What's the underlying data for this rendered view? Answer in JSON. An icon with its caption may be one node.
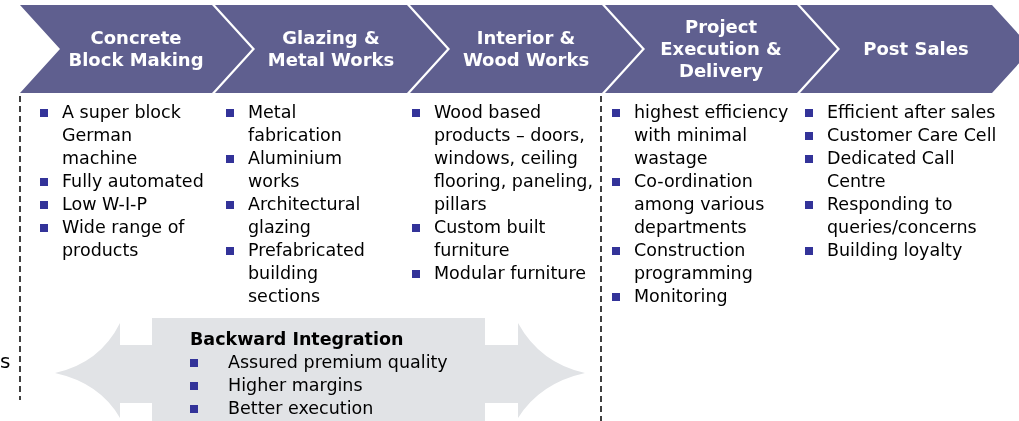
{
  "diagram": {
    "nodes": [
      {
        "text": [
          "Concrete Block Making"
        ],
        "beside": [
          "A super block German machine",
          "Fully automated",
          "Low W-I-P",
          "Wide range of products"
        ]
      },
      {
        "text": [
          "Glazing & Metal Works"
        ],
        "beside": [
          "Metal fabrication",
          "Aluminium works",
          "Architectural glazing",
          "Prefabricated building sections"
        ]
      },
      {
        "text": [
          "Interior & Wood Works"
        ],
        "beside": [
          "Wood based products – doors, windows, ceiling flooring, paneling, pillars",
          "Custom built furniture",
          "Modular furniture"
        ]
      },
      {
        "text": [
          "Project Execution & Delivery"
        ],
        "beside": [
          "highest efficiency with minimal wastage",
          "Co-ordination among various departments",
          "Construction programming",
          "Monitoring"
        ]
      },
      {
        "text": [
          "Post Sales"
        ],
        "beside": [
          "Efficient after sales",
          "Customer Care Cell",
          "Dedicated Call Centre",
          "Responding to queries/concerns",
          "Building loyalty"
        ]
      },
      {
        "text": [
          "Backward Integration",
          "Assured premium quality",
          "Higher margins",
          "Better execution"
        ]
      }
    ],
    "edges": [],
    "labels": [
      "s"
    ]
  }
}
